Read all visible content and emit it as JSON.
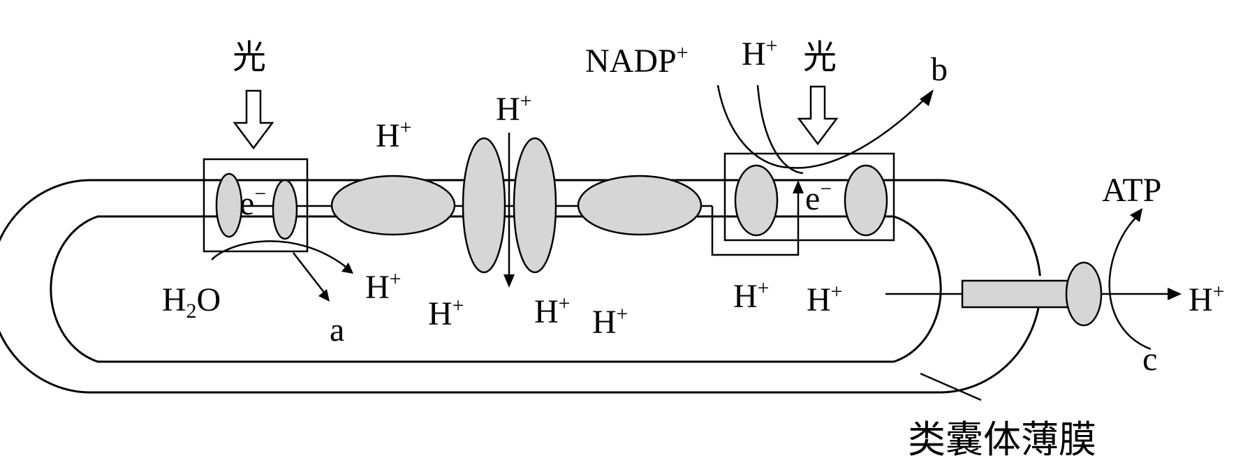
{
  "colors": {
    "protein_fill": "#d6d6d6",
    "stroke": "#000000",
    "background": "#ffffff"
  },
  "labels": {
    "light": "光",
    "h_plus_base": "H",
    "plus_sup": "+",
    "minus_sup": "−",
    "electron_base": "e",
    "nadp_base": "NADP",
    "atp": "ATP",
    "water_h": "H",
    "water_sub": "2",
    "water_o": "O",
    "a": "a",
    "b": "b",
    "c": "c",
    "membrane": "类囊体薄膜"
  }
}
